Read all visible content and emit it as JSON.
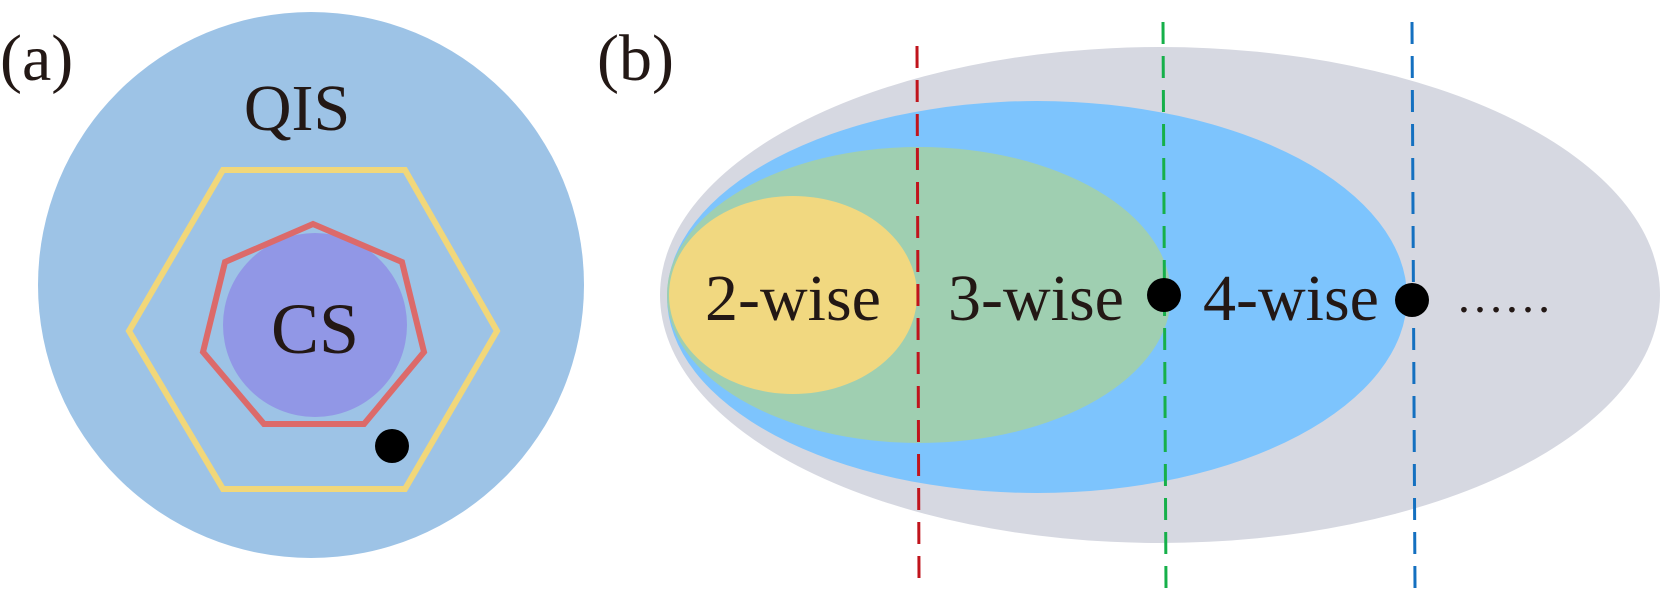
{
  "panels": {
    "a": {
      "label": "(a)",
      "outer_set_label": "QIS",
      "inner_set_label": "CS"
    },
    "b": {
      "label": "(b)",
      "regions": [
        "2-wise",
        "3-wise",
        "4-wise"
      ],
      "continuation": "……"
    }
  },
  "colors": {
    "qis_circle": "#9dc3e6",
    "cs_circle": "#9197e6",
    "hexagon": "#f1d77a",
    "heptagon": "#dc6a6a",
    "grey_ellipse": "#d6d8e1",
    "blue_ellipse": "#7dc4fd",
    "green_ellipse": "#9fcfb1",
    "yellow_ellipse": "#f1d880",
    "red_dash": "#c0141c",
    "green_dash": "#16b04a",
    "blue_dash": "#1470c0",
    "dot": "#000000"
  }
}
